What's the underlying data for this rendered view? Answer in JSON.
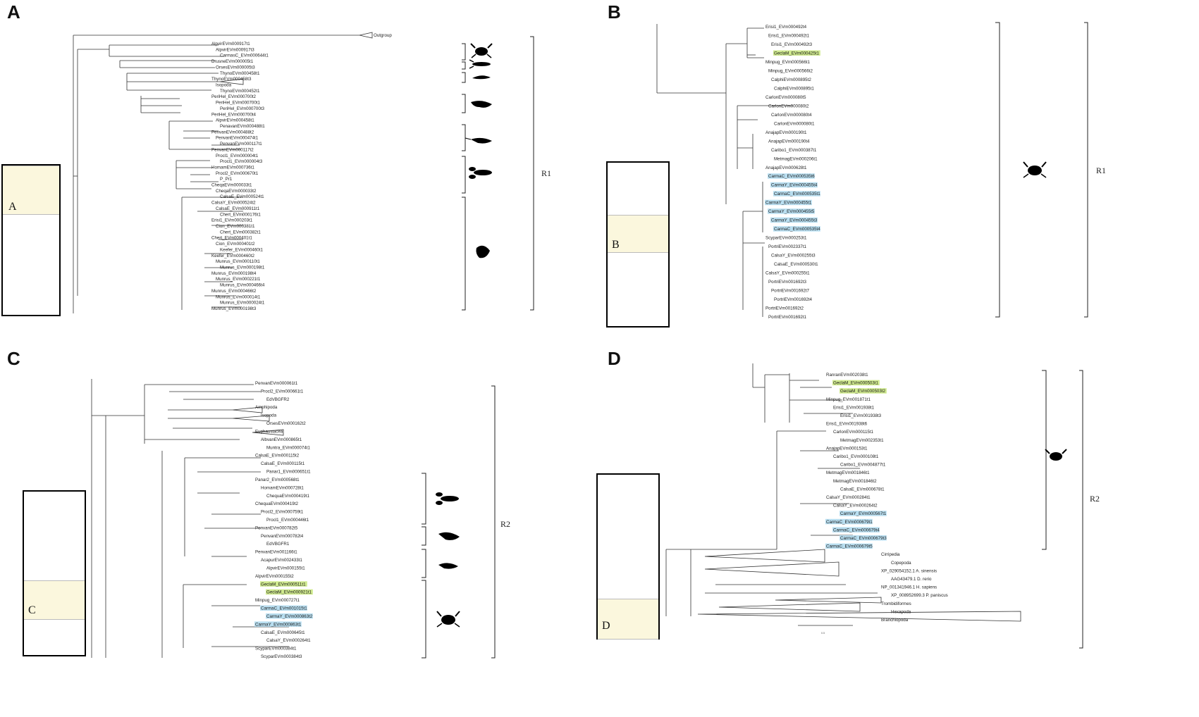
{
  "colors": {
    "green_highlight": "#cfe98e",
    "blue_highlight": "#b8def0",
    "pink_highlight": "#e040c0",
    "overview_highlight": "#fbf7dd"
  },
  "panels": {
    "a": {
      "letter": "A",
      "overview_letter": "A",
      "region_label": "R1",
      "top_outgroup": "Outgroup",
      "leaves": [
        "AlpvirEVm000917t1",
        "AlpvirEVm000917t3",
        "CarmasC_EVm000644t1",
        "DrusneEVm000005t1",
        "OrsesEVm000005t3",
        "ThynoEVm000458t1",
        "ThynoEVm000458t3",
        "Isopoda",
        "ThynoEVm000452t1",
        "PeriHel_EVm000700t2",
        "PeriHel_EVm000700t1",
        "PeriHel_EVm000700t3",
        "PeriHel_EVm000700t4",
        "AlpvirEVm000458t1",
        "PenavanEVm000488t1",
        "PenvanEVm000488t2",
        "PenvanEVm000474t1",
        "PenvanEVm000117t1",
        "PenvanEVm000117t2",
        "Procl1_EVm000004t1",
        "Procl1_EVm000004t3",
        "HomamEVm000736t1",
        "Procl2_EVm000670t1",
        "P_Pr1",
        "CheqaEVm000033t1",
        "CheqaEVm000033t2",
        "CalsaE_EVm000524t1",
        "CalsaY_EVm000524t2",
        "CalsaE_EVm000911t1",
        "Chert_EVm000176t1",
        "Erisi1_EVm000203t1",
        "Cion_EVm000381t1",
        "Chert_EVm000382t1",
        "Chert_EVm000401t1",
        "Cion_EVm000401t2",
        "Keefer_EVm000460t1",
        "Keefer_EVm000460t2",
        "Munrus_EVm000110t1",
        "Munrus_EVm000198t1",
        "Munrus_EVm000198t4",
        "Munrus_EVm000221t1",
        "Munrus_EVm000466t4",
        "Munrus_EVm000466t2",
        "Munrus_EVm000014t1",
        "Munrus_EVm000024t1",
        "Munrus_EVm000198t3"
      ]
    },
    "b": {
      "letter": "B",
      "overview_letter": "B",
      "region_label": "R1",
      "leaves": [
        "Erisi1_EVm000492t4",
        "Erisi1_EVm000492t1",
        "Erisi1_EVm000492t3",
        "GeclaM_EVm000425t1",
        "Minpug_EVm000566t1",
        "Minpug_EVm000566t2",
        "CalphiEVm000895t2",
        "CalphiEVm000895t1",
        "CarlonEVm000080t5",
        "CarlonEVm000080t2",
        "CarlonEVm000080t4",
        "CarlonEVm000080t1",
        "AnajapEVm000190t1",
        "AnajapEVm000190t4",
        "Caribo1_EVm000387t1",
        "MetmagEVm000206t1",
        "AnajapEVm000628t1",
        "CarmaC_EVm000535t6",
        "CarmaY_EVm000455t4",
        "CarmaC_EVm000535t1",
        "CarmaY_EVm000455t1",
        "CarmaY_EVm000455t5",
        "CarmaY_EVm000455t3",
        "CarmaC_EVm000535t4",
        "ScyparEVm000253t1",
        "PortriEVm002337t1",
        "CalsaY_EVm000255t3",
        "CalsaE_EVm000530t1",
        "CalsaY_EVm000255t1",
        "PortriEVm001692t3",
        "PortriEVm001692t7",
        "PortriEVm001692t4",
        "PortriEVm001692t2",
        "PortriEVm001692t1"
      ]
    },
    "c": {
      "letter": "C",
      "overview_letter": "C",
      "region_label": "R2",
      "leaves": [
        "PenvanEVm000061t1",
        "Procl2_EVm000661t1",
        "EdVBGFR2",
        "Amphipoda",
        "Isopoda",
        "OrsesEVm000162t2",
        "Euphausiacea",
        "AlbvanEVm000865t1",
        "Muntra_EVm000074t1",
        "CalsaE_EVm000115t2",
        "CalsaE_EVm000115t1",
        "Panar1_EVm000651t1",
        "Panar2_EVm000568t1",
        "HomamEVm000728t1",
        "ChequaEVm000419t1",
        "ChequaEVm000419t2",
        "Procl2_EVm000759t1",
        "Procl1_EVm000446t1",
        "PenvanEVm000782t5",
        "PenvanEVm000782t4",
        "EdVBGFR1",
        "PenvanEVm001166t1",
        "AcapurEVm002433t1",
        "AlpvirEVm000155t1",
        "AlpvirEVm000155t2",
        "GeclaM_EVm000511t1",
        "GeclaM_EVm000921t1",
        "Minpug_EVm000727t1",
        "CarmaC_EVm001015t1",
        "CarmaY_EVm000863t2",
        "CarmaY_EVm000863t1",
        "CalsaE_EVm000645t1",
        "CalsaY_EVm000264t1",
        "ScyparEVm000384t1",
        "ScyparEVm000384t3"
      ]
    },
    "d": {
      "letter": "D",
      "overview_letter": "D",
      "region_label": "R2",
      "scale_label": "0.5",
      "leaves": [
        "RanranEVm002038t1",
        "GeclaM_EVm000503t1",
        "GeclaM_EVm000503t2",
        "Minpug_EVm001871t1",
        "Erisi1_EVm001938t1",
        "Erisi1_EVm001938t3",
        "Erisi1_EVm001938t6",
        "CarlonEVm000115t1",
        "MetmagEVm002353t1",
        "AnajapEVm000153t1",
        "Caribo1_EVm000108t1",
        "Caribo1_EVm004877t1",
        "MetmagEVm001846t1",
        "MetmagEVm001846t2",
        "CalsaE_EVm000678t1",
        "CalsaY_EVm000284t1",
        "CalsaY_EVm000264t2",
        "CarmaY_EVm000567t1",
        "CarmaC_EVm000679t1",
        "CarmaC_EVm000679t4",
        "CarmaC_EVm000679t3",
        "CarmaC_EVm000679t5",
        "Cirripedia",
        "Copepoda",
        "XP_029054152.1 A. sinensis",
        "AAG43479.1 D. rerio",
        "NP_001341946.1 H. sapiens",
        "XP_008952699.3 P. paniscus",
        "Trombidiformes",
        "Hexapoda",
        "Branchiopoda"
      ]
    }
  }
}
